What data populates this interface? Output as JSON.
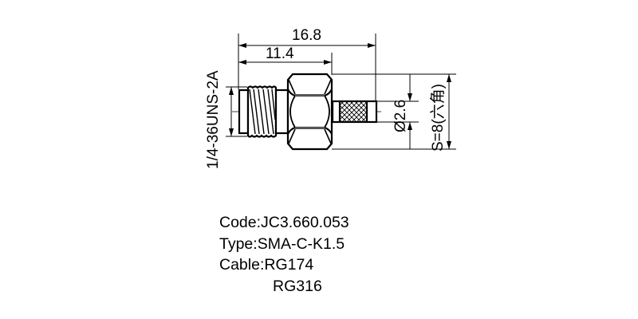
{
  "drawing": {
    "dimensions": {
      "overall_length": "16.8",
      "body_length": "11.4",
      "thread_spec": "1/4-36UNS-2A",
      "cable_diameter": "Ø2.6",
      "hex_size": "S=8(六角)"
    },
    "colors": {
      "line": "#000000",
      "background": "#ffffff"
    }
  },
  "spec": {
    "code_label": "Code:",
    "code_value": "JC3.660.053",
    "type_label": "Type:",
    "type_value": "SMA-C-K1.5",
    "cable_label": "Cable:",
    "cable_values": [
      "RG174",
      "RG316"
    ]
  }
}
